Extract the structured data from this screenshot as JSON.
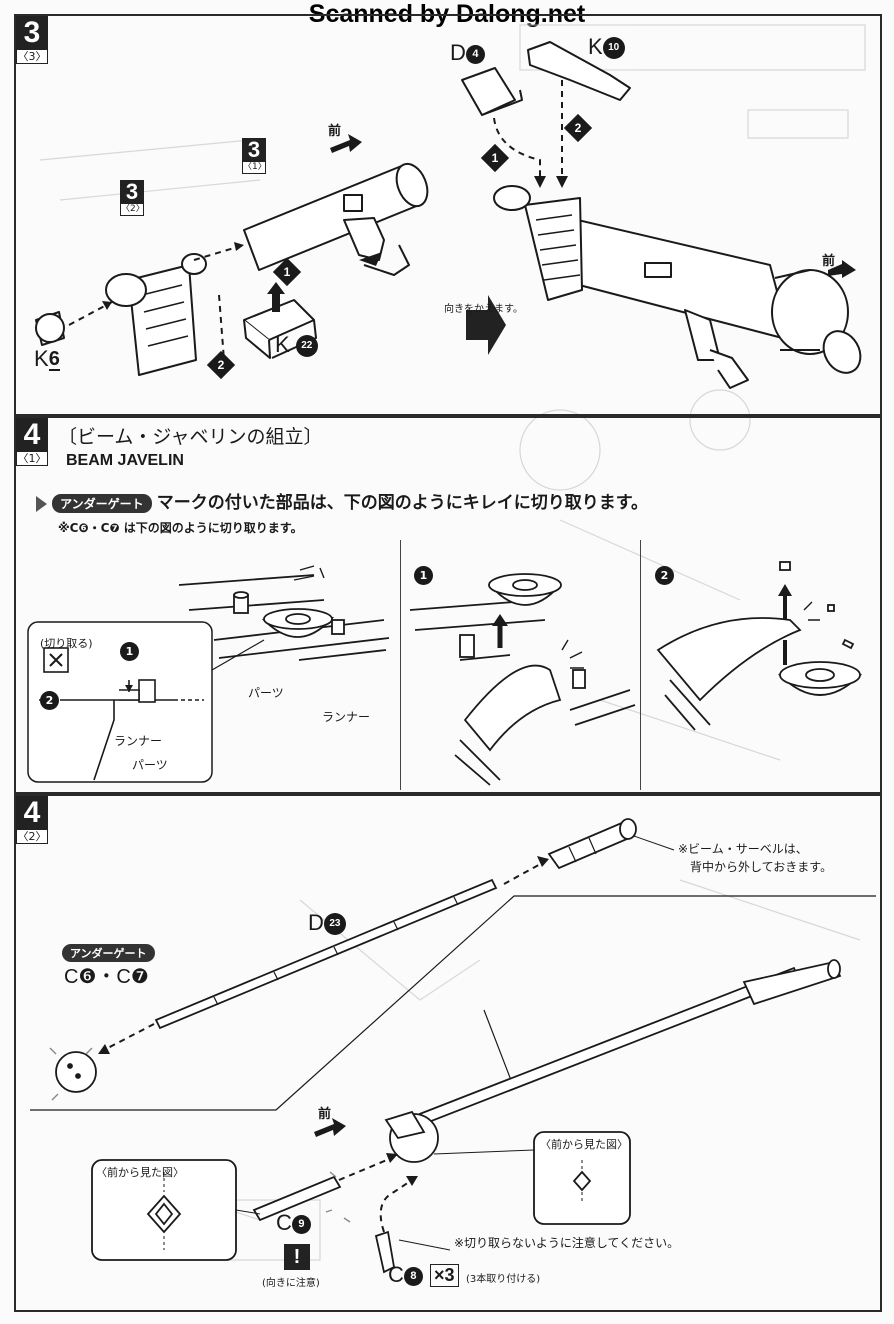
{
  "watermark": "Scanned by Dalong.net",
  "step3": {
    "badge_num": "3",
    "badge_sub": "〈3〉",
    "mini_badge_a_num": "3",
    "mini_badge_a_sub": "〈1〉",
    "mini_badge_b_num": "3",
    "mini_badge_b_sub": "〈2〉",
    "front_label": "前",
    "front_label_right": "前",
    "part_k6": "K",
    "part_k6_num": "6",
    "part_k22": "K",
    "part_k22_num": "22",
    "part_d4": "D",
    "part_d4_num": "4",
    "part_k10": "K",
    "part_k10_num": "10",
    "turn_around": "向きをかえます。",
    "step_marks": [
      "1",
      "2"
    ]
  },
  "step4_1": {
    "badge_num": "4",
    "badge_sub": "〈1〉",
    "title_jp": "〔ビーム・ジャベリンの組立〕",
    "title_en": "BEAM JAVELIN",
    "undergate_pill": "アンダーゲート",
    "instruction": "マークの付いた部品は、下の図のようにキレイに切り取ります。",
    "note": "※C❻・C❼ は下の図のように切り取ります。",
    "inset_cut": "(切り取る)",
    "label_runner": "ランナー",
    "label_parts": "パーツ",
    "label_parts_2": "パーツ",
    "label_runner_2": "ランナー",
    "panel_marks": [
      "1",
      "2"
    ]
  },
  "step4_2": {
    "badge_num": "4",
    "badge_sub": "〈2〉",
    "saber_note_1": "※ビーム・サーベルは、",
    "saber_note_2": "背中から外しておきます。",
    "part_d23": "D",
    "part_d23_num": "23",
    "undergate_pill": "アンダーゲート",
    "part_c6_c7": "C❻・C❼",
    "front_label": "前",
    "front_view_1": "〈前から見た図〉",
    "front_view_2": "〈前から見た図〉",
    "part_c9": "C",
    "part_c9_num": "9",
    "caution_icon": "!",
    "orientation_note": "(向きに注意)",
    "cut_warning": "※切り取らないように注意してください。",
    "part_c8": "C",
    "part_c8_num": "8",
    "multiplier": "×3",
    "multiplier_note": "(3本取り付ける)"
  }
}
